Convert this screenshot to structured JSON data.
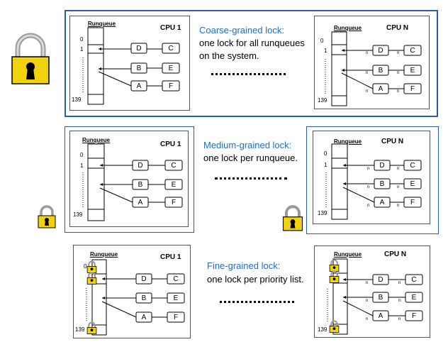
{
  "runqueue_label": "Runqueue",
  "cpu_first": "CPU 1",
  "cpu_last": "CPU N",
  "index_labels": [
    "0",
    "1",
    "139"
  ],
  "tasks": [
    "D",
    "C",
    "B",
    "E",
    "A",
    "F"
  ],
  "n_label": "n",
  "rows": [
    {
      "id": "coarse",
      "title": "Coarse-grained lock:",
      "lines": [
        "one lock for all runqueues",
        "on the system."
      ]
    },
    {
      "id": "medium",
      "title": "Medium-grained lock:",
      "lines": [
        "one lock per runqueue."
      ]
    },
    {
      "id": "fine",
      "title": "Fine-grained lock:",
      "lines": [
        "one lock per priority list."
      ]
    }
  ],
  "colors": {
    "accent_blue": "#1f6fbf",
    "lock_gold": "#f2d20a",
    "frame_gray": "#555555"
  }
}
